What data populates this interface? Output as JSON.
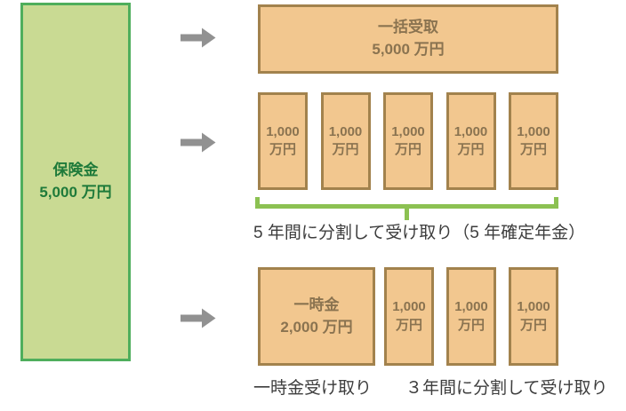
{
  "colors": {
    "source_fill": "#c9da93",
    "source_border": "#4fae5c",
    "source_text": "#1e7a3a",
    "payout_fill": "#f2c78f",
    "payout_border": "#a2824d",
    "payout_text": "#8a7350",
    "bracket_green": "#8cc152",
    "arrow_gray": "#919191",
    "caption_text": "#3d3d3d",
    "background": "#ffffff"
  },
  "source_box": {
    "line1": "保険金",
    "line2": "5,000 万円"
  },
  "rows": {
    "lump_sum": {
      "box": {
        "line1": "一括受取",
        "line2": "5,000 万円"
      }
    },
    "five_year": {
      "boxes": [
        {
          "line1": "1,000",
          "line2": "万円"
        },
        {
          "line1": "1,000",
          "line2": "万円"
        },
        {
          "line1": "1,000",
          "line2": "万円"
        },
        {
          "line1": "1,000",
          "line2": "万円"
        },
        {
          "line1": "1,000",
          "line2": "万円"
        }
      ],
      "caption": "5 年間に分割して受け取り（5 年確定年金）"
    },
    "three_year": {
      "lump_box": {
        "line1": "一時金",
        "line2": "2,000 万円"
      },
      "boxes": [
        {
          "line1": "1,000",
          "line2": "万円"
        },
        {
          "line1": "1,000",
          "line2": "万円"
        },
        {
          "line1": "1,000",
          "line2": "万円"
        }
      ],
      "caption_left": "一時金受け取り",
      "caption_right": "３年間に分割して受け取り"
    }
  }
}
